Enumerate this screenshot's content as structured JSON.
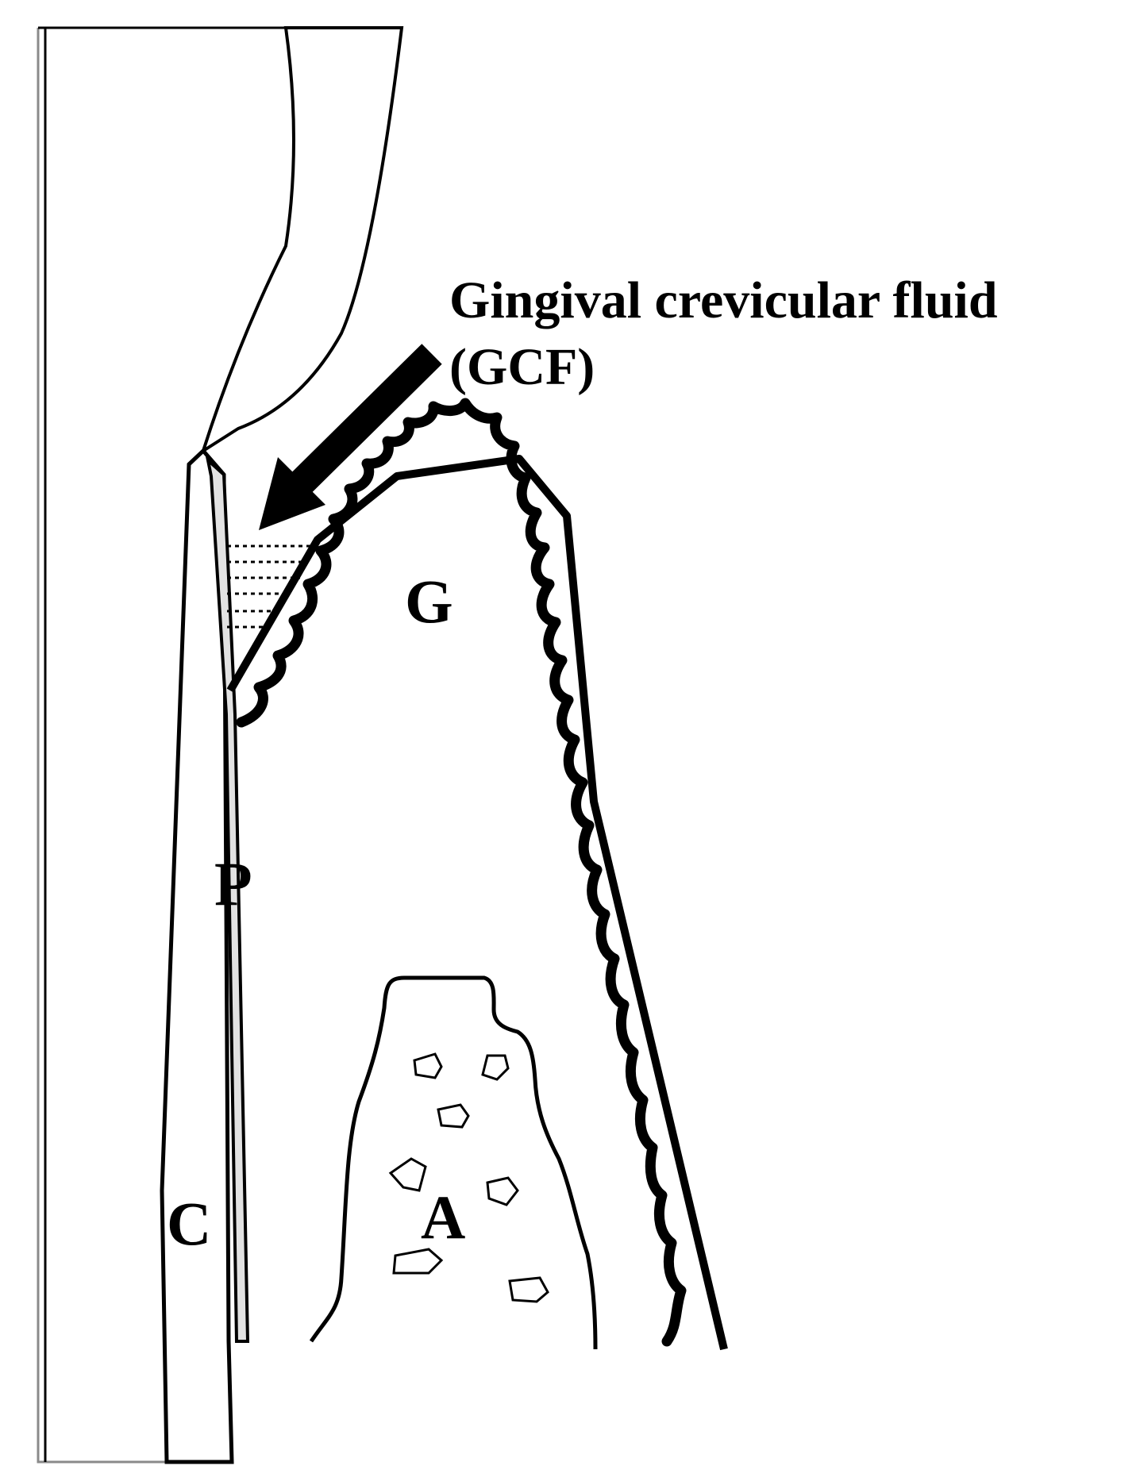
{
  "annotation": {
    "title_line1": "Gingival crevicular fluid",
    "title_line2": "(GCF)"
  },
  "labels": {
    "gingiva": "G",
    "periodontal_ligament": "P",
    "cementum": "C",
    "alveolar_bone": "A"
  },
  "colors": {
    "ink": "#000000",
    "background": "#ffffff",
    "ligament_fill": "#e2e2e2",
    "tooth_outline": "#8a8a8a"
  }
}
